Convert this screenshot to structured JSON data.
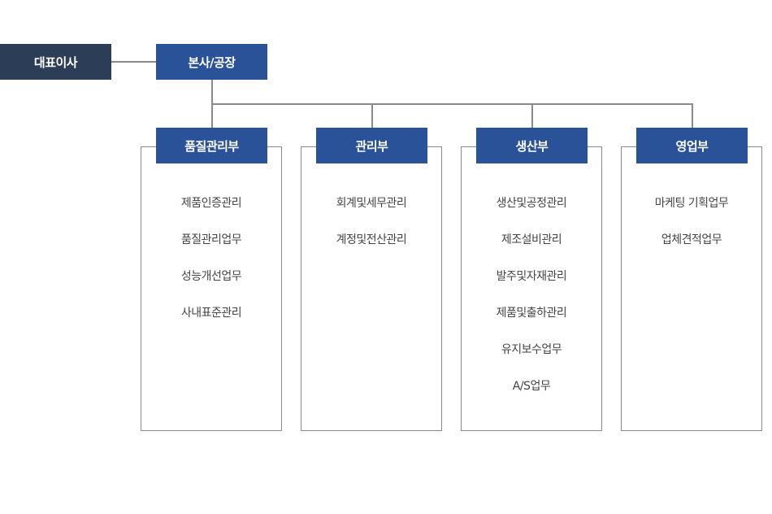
{
  "top": {
    "ceo": "대표이사",
    "hq": "본사/공장"
  },
  "departments": [
    {
      "name": "품질관리부",
      "duties": [
        "제품인증관리",
        "품질관리업무",
        "성능개선업무",
        "사내표준관리"
      ]
    },
    {
      "name": "관리부",
      "duties": [
        "회계및세무관리",
        "계정및전산관리"
      ]
    },
    {
      "name": "생산부",
      "duties": [
        "생산및공정관리",
        "제조설비관리",
        "발주및자재관리",
        "제품및출하관리",
        "유지보수업무",
        "A/S업무"
      ]
    },
    {
      "name": "영업부",
      "duties": [
        "마케팅 기획업무",
        "업체견적업무"
      ]
    }
  ],
  "colors": {
    "ceo_fill": "#2b3d57",
    "node_fill": "#2a5298",
    "connector": "#8a8a8a",
    "duty_text": "#444444"
  }
}
